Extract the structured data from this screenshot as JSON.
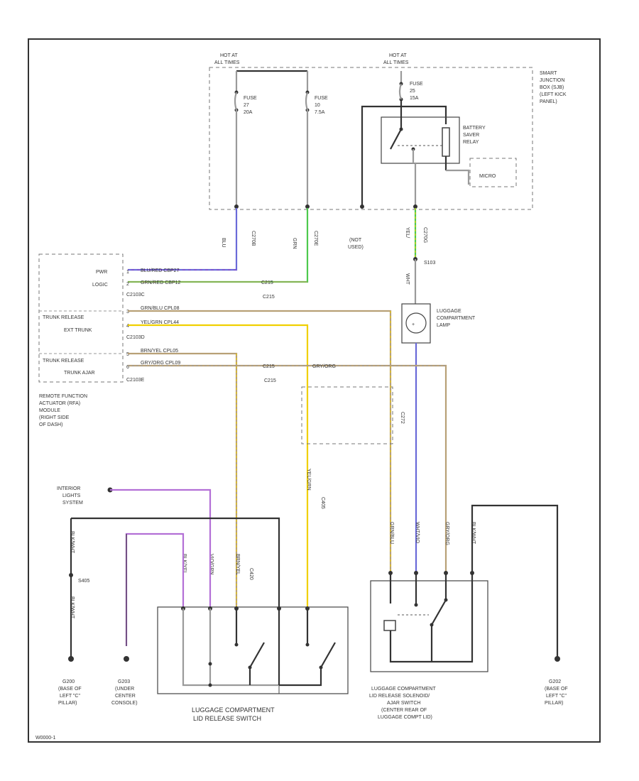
{
  "diagram_id": "W0000-1",
  "fuse_group_left": {
    "header": [
      "HOT AT",
      "ALL TIMES"
    ],
    "fuses": [
      {
        "lines": [
          "FUSE",
          "27",
          "20A"
        ]
      },
      {
        "lines": [
          "FUSE",
          "10",
          "7.5A"
        ]
      }
    ]
  },
  "fuse_group_right": {
    "header": [
      "HOT AT",
      "ALL TIMES"
    ],
    "fuse": {
      "lines": [
        "FUSE",
        "25",
        "15A"
      ]
    }
  },
  "sjb_label": [
    "SMART",
    "JUNCTION",
    "BOX (SJB)",
    "(LEFT KICK",
    "PANEL)"
  ],
  "relay_label": [
    "BATTERY",
    "SAVER",
    "RELAY"
  ],
  "micro_label": "MICRO",
  "sjb_pins": [
    "C270B",
    "C270E",
    "C270G"
  ],
  "wire_tags": [
    "BLU",
    "GRN",
    "YEL/"
  ],
  "wire_tags_2": [
    "C270B",
    "WHT",
    "GRN"
  ],
  "not_used": [
    "(NOT",
    "USED)"
  ],
  "splice_s103": "S103",
  "rfa_label": [
    "REMOTE FUNCTION",
    "ACTUATOR (RFA)",
    "MODULE",
    "(RIGHT SIDE",
    "OF DASH)"
  ],
  "rfa_rows": [
    {
      "label": "PWR",
      "pin": "1",
      "wire": "BLU/RED  CBP27"
    },
    {
      "label": "LOGIC",
      "pin": "2",
      "wire": "GRN/RED  CBP12"
    },
    {
      "label": "TRUNK RELEASE",
      "pin": "3",
      "wire": "GRN/BLU  CPL08"
    },
    {
      "label": "EXT TRUNK",
      "pin": "4",
      "wire": "YEL/GRN  CPL44"
    },
    {
      "label": "TRUNK RELEASE",
      "pin": "5",
      "wire": "BRN/YEL  CPL05"
    },
    {
      "label": "TRUNK AJAR",
      "pin": "6",
      "wire": "GRY/ORG  CPL09"
    }
  ],
  "rfa_connectors": [
    "C2103C",
    "C2103D",
    "C2103E"
  ],
  "inline_connectors": [
    "C215",
    "C215"
  ],
  "trunk_ajar_wire": "GRY/ORG",
  "lamp_label": [
    "LUGGAGE",
    "COMPARTMENT",
    "LAMP"
  ],
  "splice_c272": "C272",
  "interior_lights": [
    "INTERIOR",
    "LIGHTS",
    "SYSTEM"
  ],
  "splice_s405": "S405",
  "grounds": [
    {
      "id": "G200",
      "desc": [
        "(BASE OF",
        "LEFT \"C\"",
        "PILLAR)"
      ]
    },
    {
      "id": "G203",
      "desc": [
        "(UNDER",
        "CENTER",
        "CONSOLE)"
      ]
    },
    {
      "id": "G202",
      "desc": [
        "(BASE OF",
        "LEFT \"C\"",
        "PILLAR)"
      ]
    }
  ],
  "vertical_wire_labels": [
    "BLK/WHT",
    "BLK/WHT",
    "BLK/YEL",
    "VIO/GRN",
    "BRN/YEL",
    "C420",
    "YEL/GRN",
    "C405",
    "GRN/BLU",
    "WHT/VIO",
    "GRY/ORG",
    "BLK/WHT"
  ],
  "switch1_label": [
    "LUGGAGE COMPARTMENT",
    "LID RELEASE SWITCH"
  ],
  "switch2_label": [
    "LUGGAGE COMPARTMENT",
    "LID RELEASE SOLENOID/",
    "AJAR SWITCH",
    "(CENTER REAR OF",
    "LUGGAGE COMPT LID)"
  ]
}
